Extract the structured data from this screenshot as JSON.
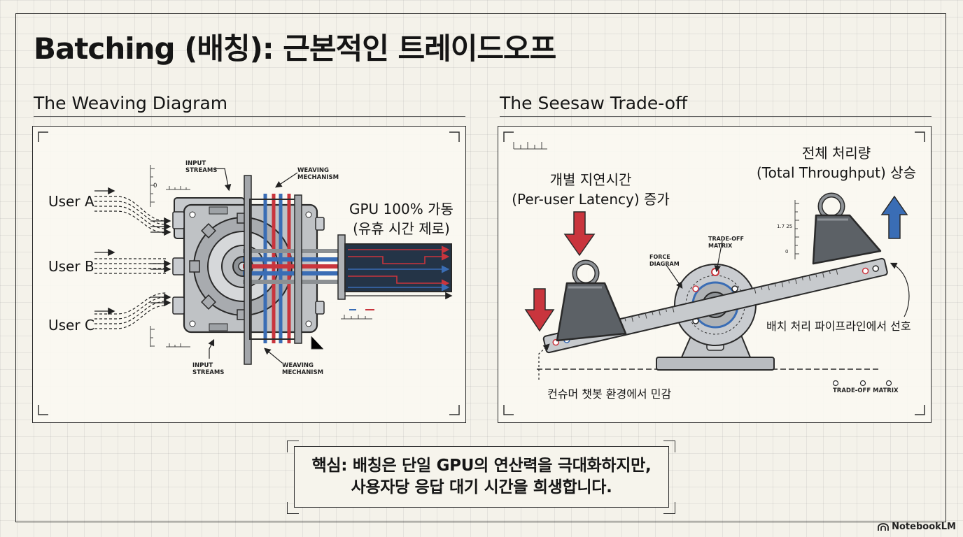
{
  "title": "Batching (배칭): 근본적인 트레이드오프",
  "weaving": {
    "heading": "The Weaving Diagram",
    "users": [
      "User A",
      "User B",
      "User C"
    ],
    "input_streams_label": "INPUT STREAMS",
    "weaving_mechanism_label": "WEAVING MECHANISM",
    "gpu_label_line1": "GPU 100% 가동",
    "gpu_label_line2": "(유휴 시간 제로)",
    "scale_mark": "0"
  },
  "seesaw": {
    "heading": "The Seesaw Trade-off",
    "latency_line1": "개별 지연시간",
    "latency_line2": "(Per-user Latency) 증가",
    "throughput_line1": "전체 처리량",
    "throughput_line2": "(Total Throughput) 상승",
    "trade_off_matrix_label": "TRADE-OFF MATRIX",
    "force_diagram_label": "FORCE DIAGRAM",
    "scale_marks": "1.7 25",
    "scale_zero": "0",
    "consumer_caption": "컨슈머 챗봇 환경에서 민감",
    "pipeline_caption": "배치 처리 파이프라인에서 선호",
    "bottom_matrix_label": "TRADE-OFF MATRIX"
  },
  "summary": {
    "line1": "핵심: 배칭은 단일 GPU의 연산력을 극대화하지만,",
    "line2": "사용자당 응답 대기 시간을 희생합니다."
  },
  "brand": "NotebookLM",
  "colors": {
    "red": "#c9353d",
    "blue": "#3a6db5",
    "metal": "#b9bcc0",
    "ink": "#2a2a2a"
  }
}
